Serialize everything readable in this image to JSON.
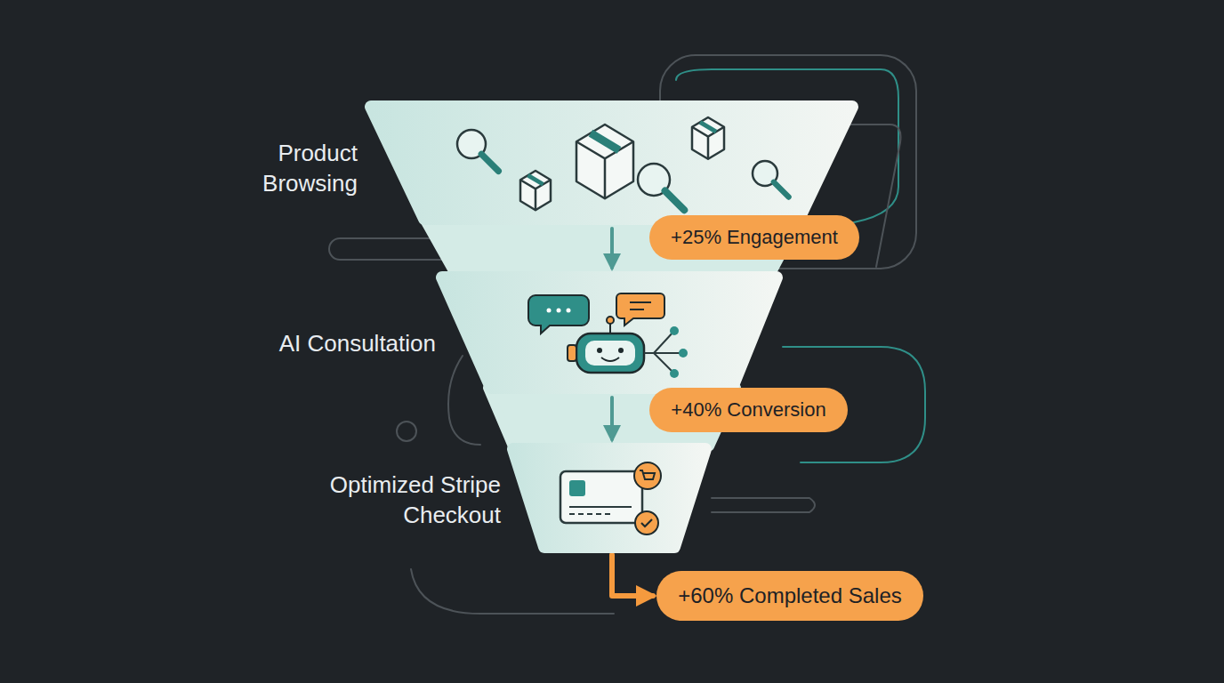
{
  "diagram": {
    "nodes": [
      {
        "text": [
          "Product Browsing"
        ]
      },
      {
        "text": [
          "+25% Engagement"
        ]
      },
      {
        "text": [
          "AI Consultation"
        ]
      },
      {
        "text": [
          "+40% Conversion"
        ]
      },
      {
        "text": [
          "Optimized Stripe Checkout"
        ]
      },
      {
        "text": [
          "+60% Completed Sales"
        ]
      }
    ],
    "edges": [
      {
        "from": 0,
        "to": 2,
        "arrow": "to"
      },
      {
        "from": 2,
        "to": 4,
        "arrow": "to"
      },
      {
        "from": 4,
        "to": 5,
        "arrow": "to"
      }
    ]
  }
}
